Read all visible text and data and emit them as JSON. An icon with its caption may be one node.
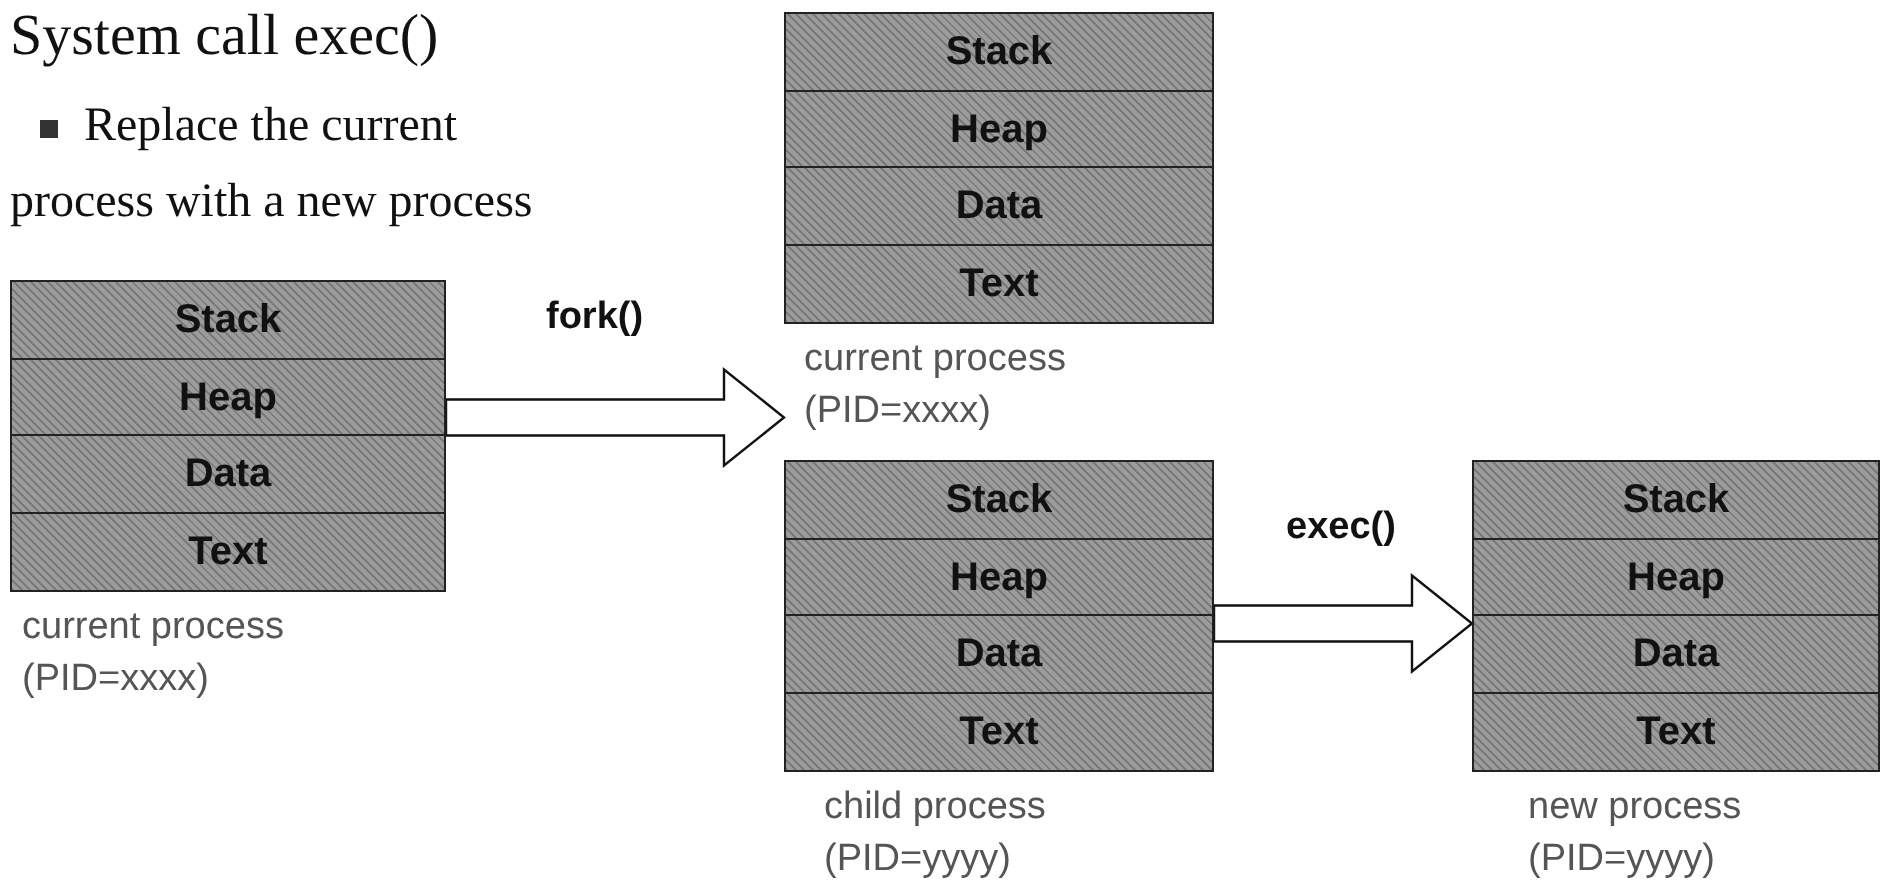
{
  "diagram": {
    "title": "System call exec()",
    "nodes": [
      {
        "text": [
          "current process (PID=xxxx)"
        ]
      },
      {
        "text": [
          "Stack"
        ],
        "in": 0
      },
      {
        "text": [
          "Heap"
        ],
        "in": 0
      },
      {
        "text": [
          "Data"
        ],
        "in": 0
      },
      {
        "text": [
          "Text"
        ],
        "in": 0
      },
      {
        "text": [
          "current process (PID=xxxx)"
        ]
      },
      {
        "text": [
          "Stack"
        ],
        "in": 5
      },
      {
        "text": [
          "Heap"
        ],
        "in": 5
      },
      {
        "text": [
          "Data"
        ],
        "in": 5
      },
      {
        "text": [
          "Text"
        ],
        "in": 5
      },
      {
        "text": [
          "child process (PID=yyyy)"
        ]
      },
      {
        "text": [
          "Stack"
        ],
        "in": 10
      },
      {
        "text": [
          "Heap"
        ],
        "in": 10
      },
      {
        "text": [
          "Data"
        ],
        "in": 10
      },
      {
        "text": [
          "Text"
        ],
        "in": 10
      },
      {
        "text": [
          "new process (PID=yyyy)"
        ]
      },
      {
        "text": [
          "Stack"
        ],
        "in": 15
      },
      {
        "text": [
          "Heap"
        ],
        "in": 15
      },
      {
        "text": [
          "Data"
        ],
        "in": 15
      },
      {
        "text": [
          "Text"
        ],
        "in": 15
      }
    ],
    "edges": [
      {
        "from": 0,
        "to": 5,
        "arrow": "to",
        "label": "fork()"
      },
      {
        "from": 10,
        "to": 15,
        "arrow": "to",
        "label": "exec()"
      }
    ],
    "labels": [
      "Replace the current process with a new process"
    ]
  }
}
